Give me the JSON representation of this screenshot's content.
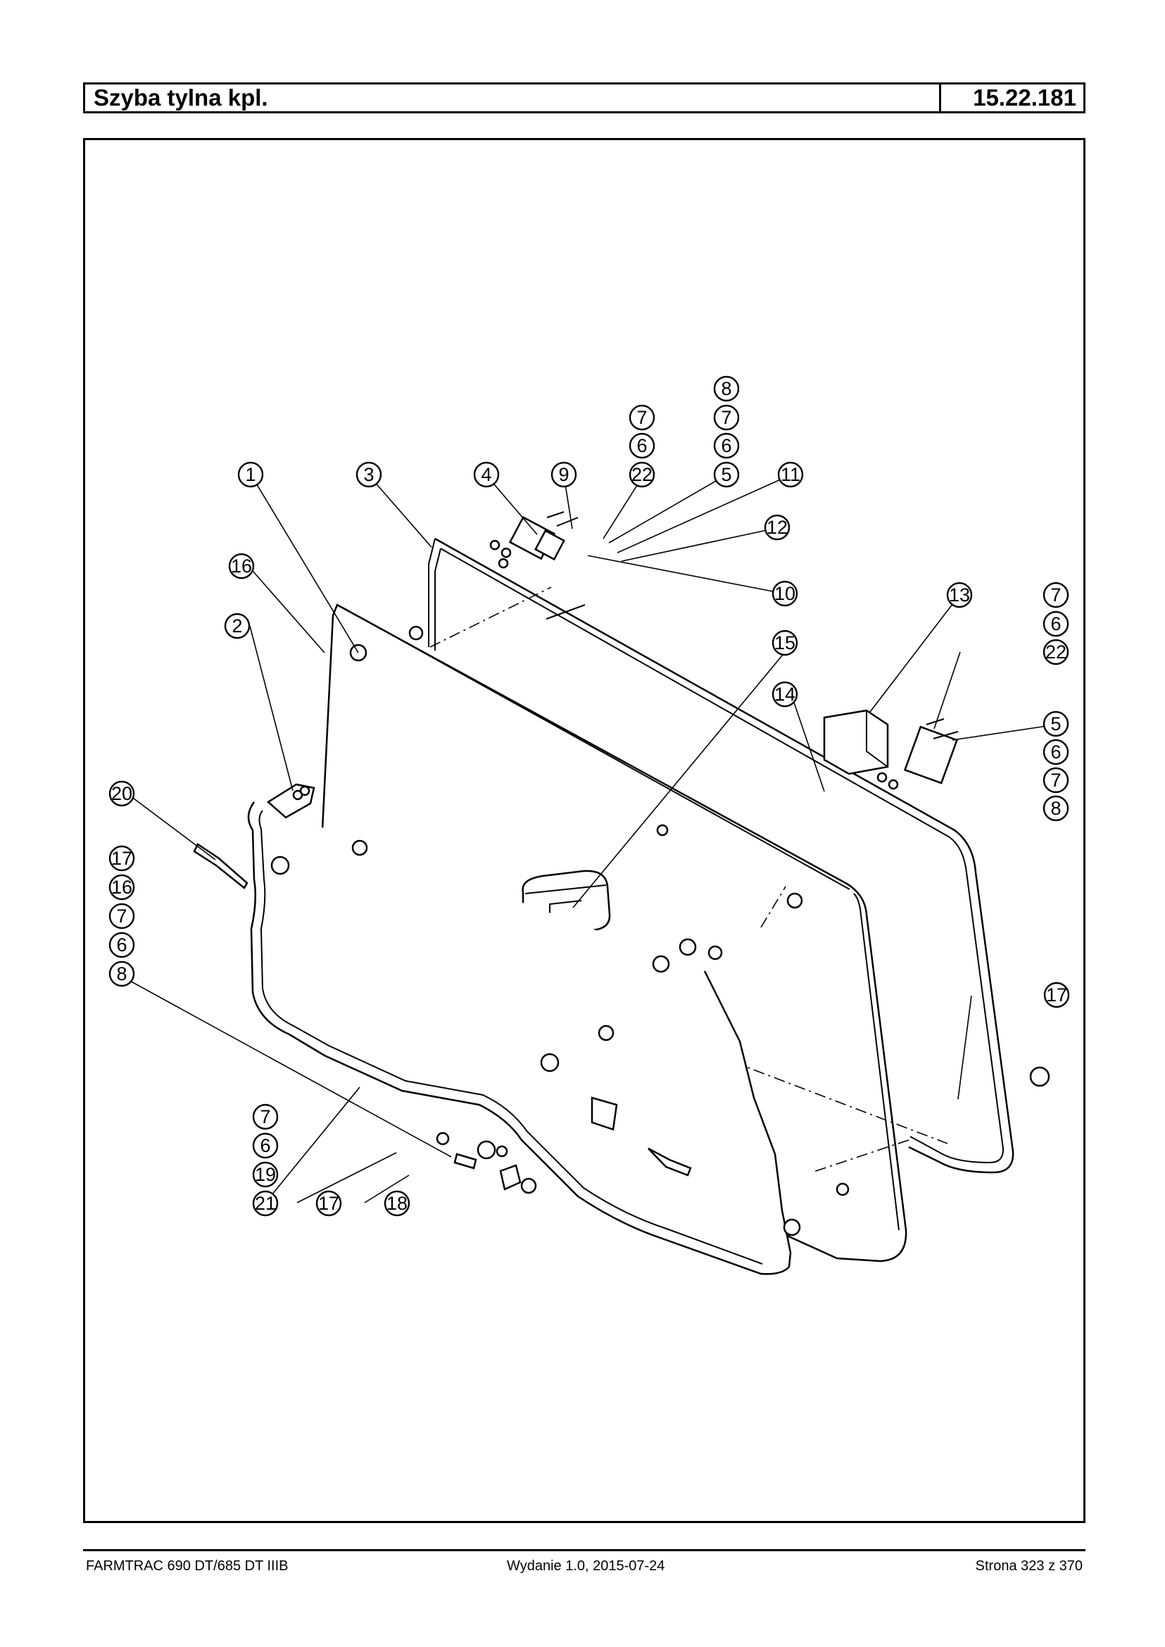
{
  "header": {
    "title": "Szyba tylna kpl.",
    "code": "15.22.181"
  },
  "footer": {
    "model": "FARMTRAC 690 DT/685 DT IIIB",
    "edition": "Wydanie 1.0,  2015-07-24",
    "page": "Strona 323 z 370"
  },
  "callouts": [
    "1",
    "2",
    "3",
    "4",
    "5",
    "6",
    "7",
    "8",
    "9",
    "10",
    "11",
    "12",
    "13",
    "14",
    "15",
    "16",
    "17",
    "18",
    "19",
    "20",
    "21",
    "22"
  ]
}
